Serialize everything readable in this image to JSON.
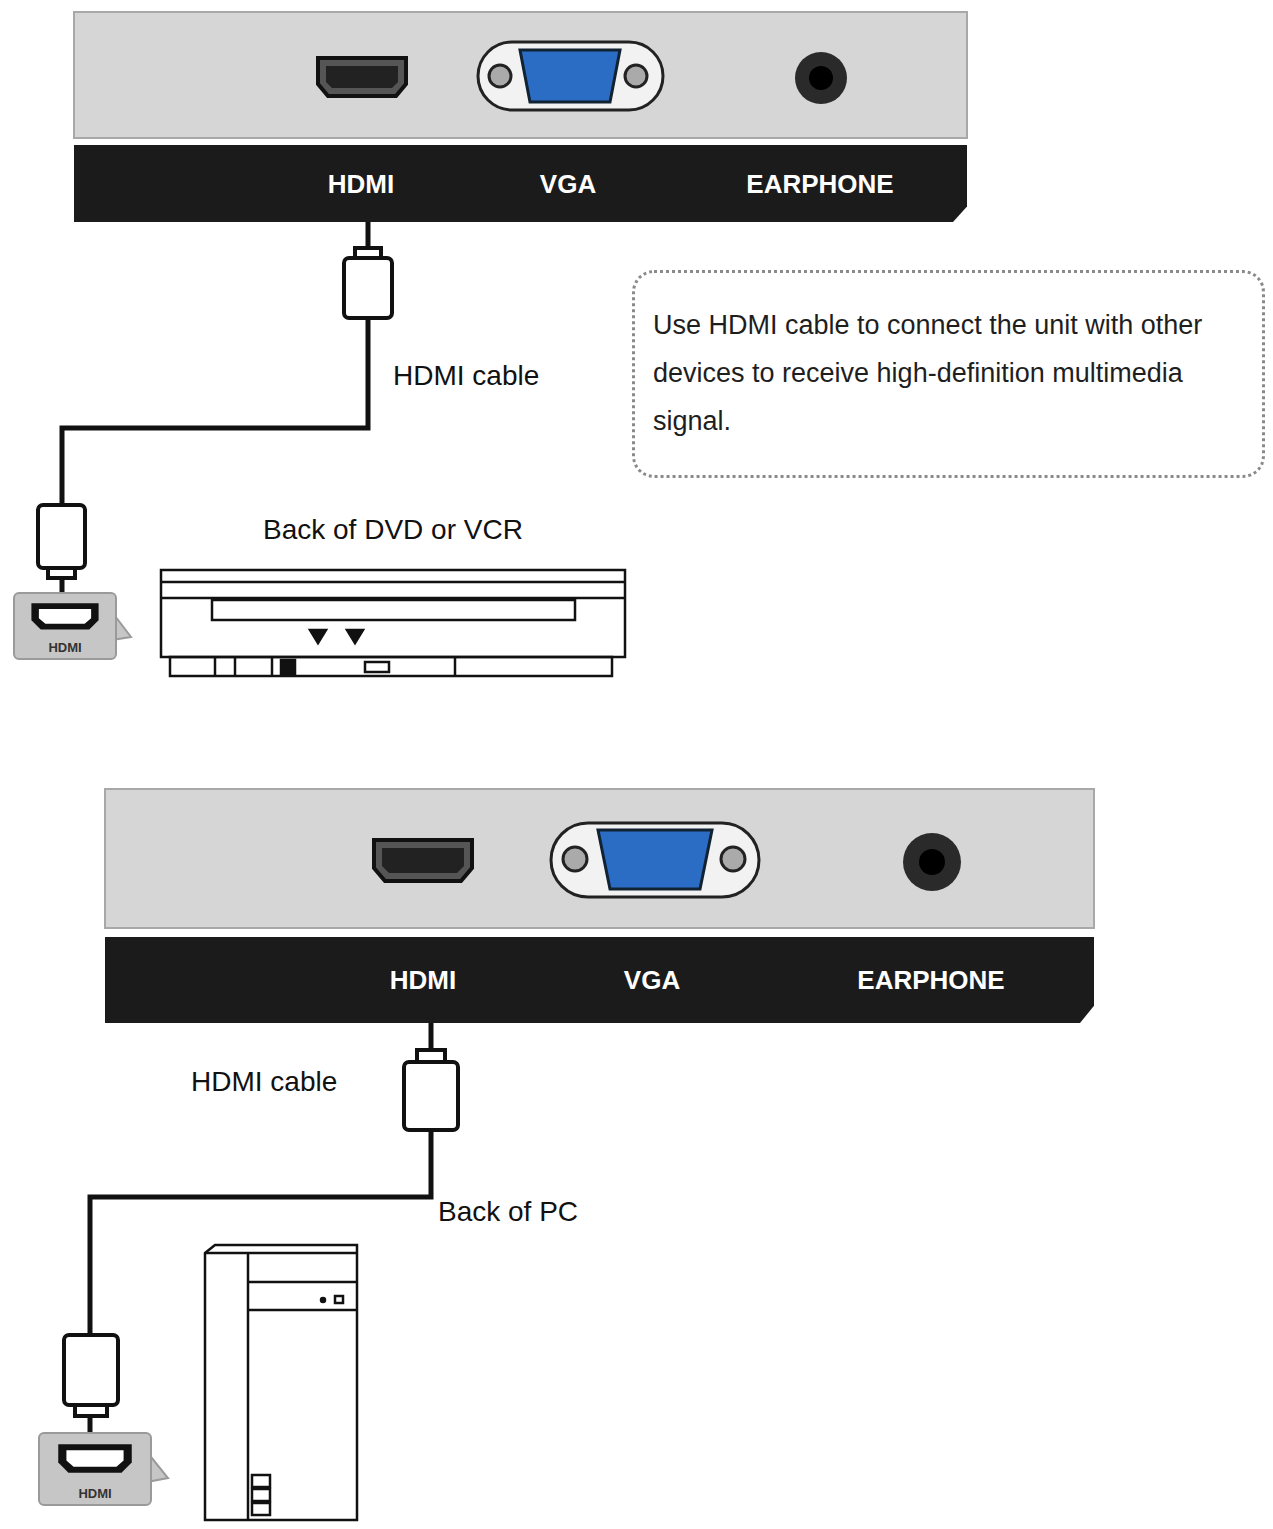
{
  "diagram": {
    "nodes": [
      {
        "text": [
          "HDMI",
          "VGA",
          "EARPHONE"
        ]
      },
      {
        "text": [
          "Use HDMI cable to connect the unit with other devices to receive high-definition multimedia signal."
        ]
      },
      {
        "text": [
          "HDMI"
        ]
      },
      {
        "text": [
          "HDMI",
          "VGA",
          "EARPHONE"
        ]
      },
      {
        "text": [
          "HDMI"
        ]
      }
    ],
    "edges": [
      {
        "from": 0,
        "to": 2,
        "arrow": "none",
        "label": "HDMI cable"
      },
      {
        "from": 3,
        "to": 4,
        "arrow": "none",
        "label": "HDMI cable"
      }
    ],
    "labels": [
      "Back of DVD or VCR",
      "Back of PC"
    ]
  }
}
